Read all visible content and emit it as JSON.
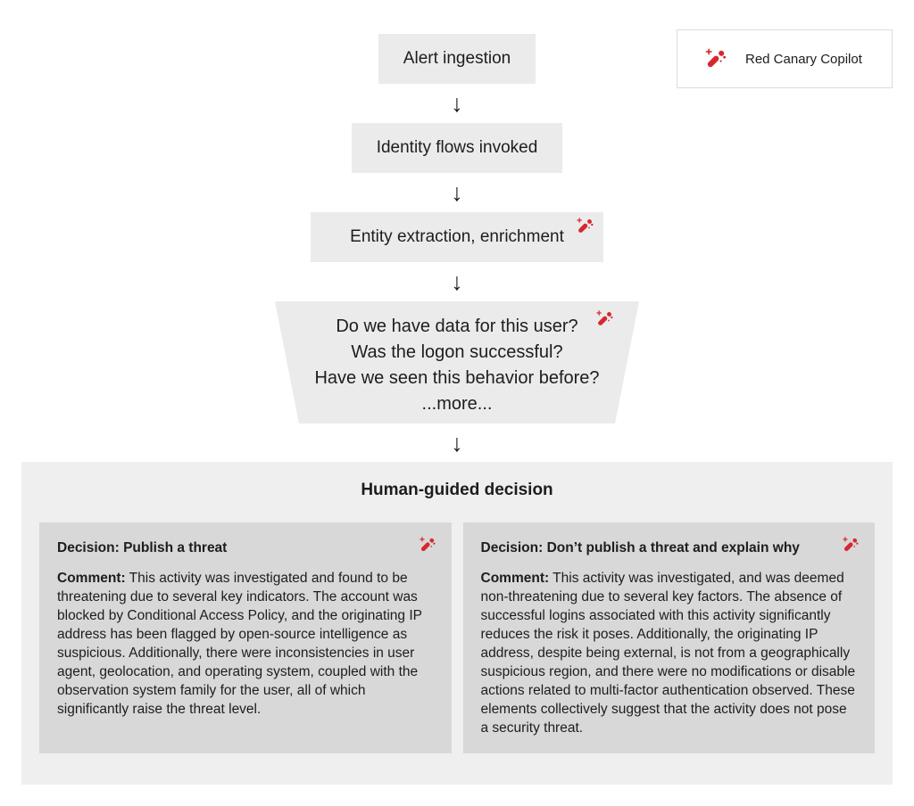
{
  "colors": {
    "accent": "#d7282f",
    "box_bg": "#ebebeb",
    "panel_bg": "#efefef",
    "card_bg": "#d8d8d8",
    "text": "#1d1d1f",
    "legend_border": "#dcdcdc"
  },
  "legend": {
    "label": "Red Canary Copilot"
  },
  "flow": {
    "arrow_glyph": "↓",
    "steps": [
      {
        "label": "Alert ingestion"
      },
      {
        "label": "Identity flows invoked"
      },
      {
        "label": "Entity extraction, enrichment"
      }
    ],
    "questions": {
      "lines": [
        "Do we have data for this user?",
        "Was the logon successful?",
        "Have we seen this behavior before?",
        "...more..."
      ]
    }
  },
  "decision_section": {
    "title": "Human-guided decision",
    "cards": [
      {
        "decision": "Decision: Publish a threat",
        "comment_label": "Comment:",
        "comment": "This activity was investigated and found to be threatening due to several key indicators. The account was blocked by Conditional Access Policy, and the originating IP address has been flagged by open-source intelligence as suspicious. Additionally, there were inconsistencies in user agent, geolocation, and operating system, coupled with the observation system family for the user, all of which significantly raise the threat level."
      },
      {
        "decision": "Decision: Don’t publish a threat and explain why",
        "comment_label": "Comment:",
        "comment": "This activity was investigated, and was deemed non-threatening due to several key factors. The absence of successful logins associated with this activity significantly reduces the risk it poses. Additionally, the originating IP address, despite being external, is not from a geographically suspicious region, and there were no modifications or disable actions related to multi-factor authentication observed. These elements collectively suggest that the activity does not pose a security threat."
      }
    ]
  }
}
